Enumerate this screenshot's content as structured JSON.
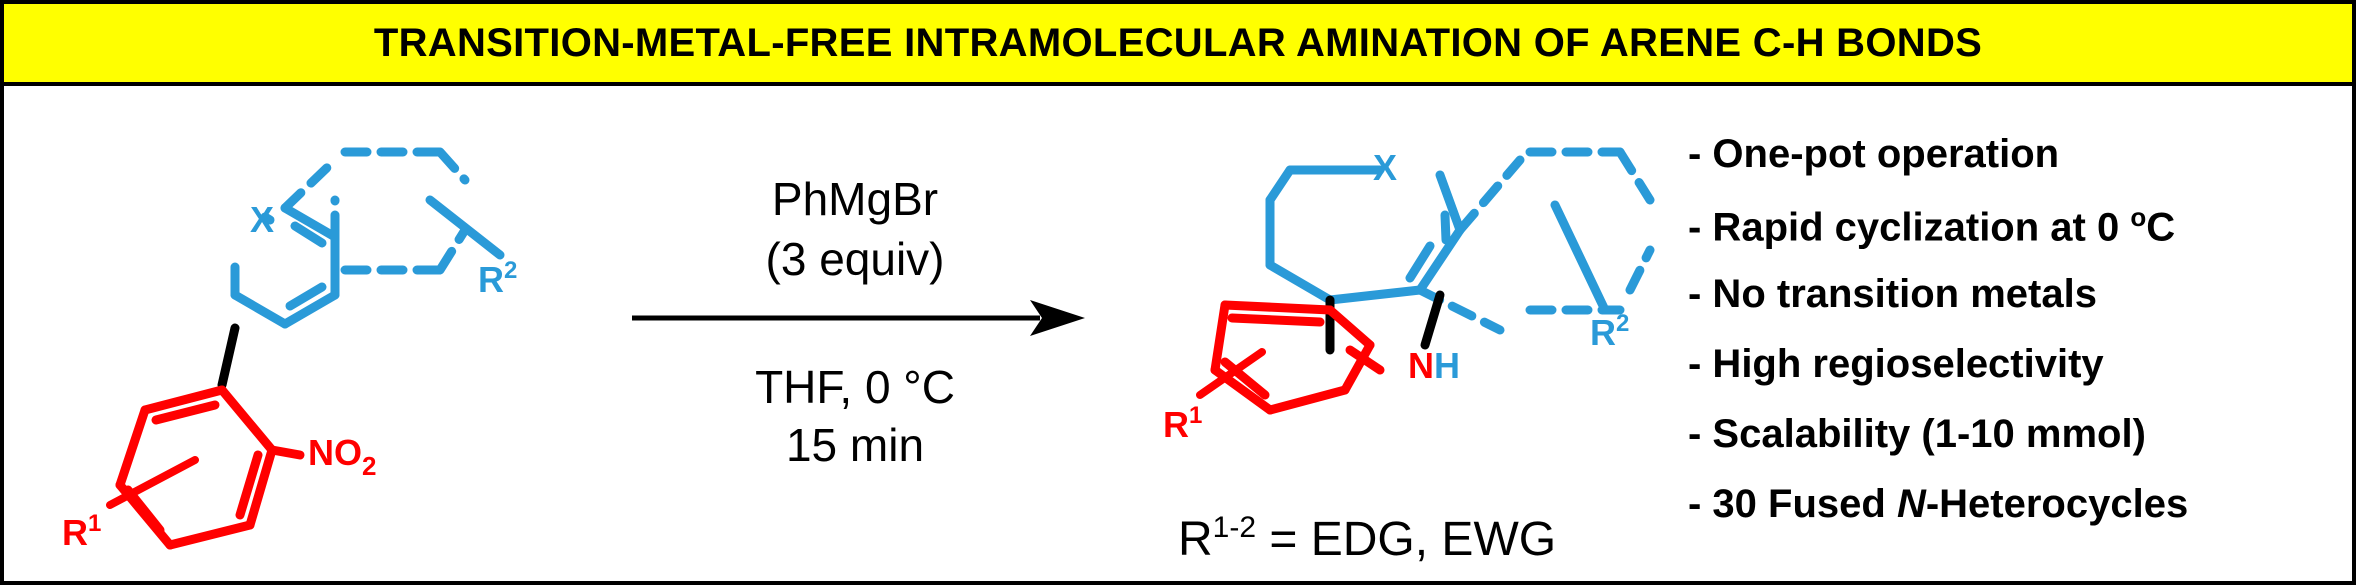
{
  "banner": {
    "title": "TRANSITION-METAL-FREE INTRAMOLECULAR AMINATION OF ARENE C-H BONDS"
  },
  "colors": {
    "banner_bg": "#ffff00",
    "red": "#ff0000",
    "blue": "#2a9ad8",
    "black": "#000000"
  },
  "reactant": {
    "x_label": "X",
    "r1_base": "R",
    "r1_sup": "1",
    "r2_base": "R",
    "r2_sup": "2",
    "nitro_base": "NO",
    "nitro_sub": "2"
  },
  "conditions": {
    "reagent": "PhMgBr",
    "equiv": "(3 equiv)",
    "solvent_temp": "THF, 0 °C",
    "time": "15 min"
  },
  "product": {
    "x_label": "X",
    "n_label": "N",
    "h_label": "H",
    "r1_base": "R",
    "r1_sup": "1",
    "r2_base": "R",
    "r2_sup": "2"
  },
  "substituents": {
    "base": "R",
    "sup": "1-2",
    "rest": " = EDG, EWG"
  },
  "features": [
    "- One-pot operation",
    "- Rapid cyclization at 0 ",
    "- No transition metals",
    "- High regioselectivity",
    "- Scalability (1-10 mmol)",
    "- 30 Fused "
  ],
  "feature_extra": {
    "degree": "o",
    "degree_unit": "C",
    "italic_n": "N",
    "heterocycles": "-Heterocycles"
  }
}
